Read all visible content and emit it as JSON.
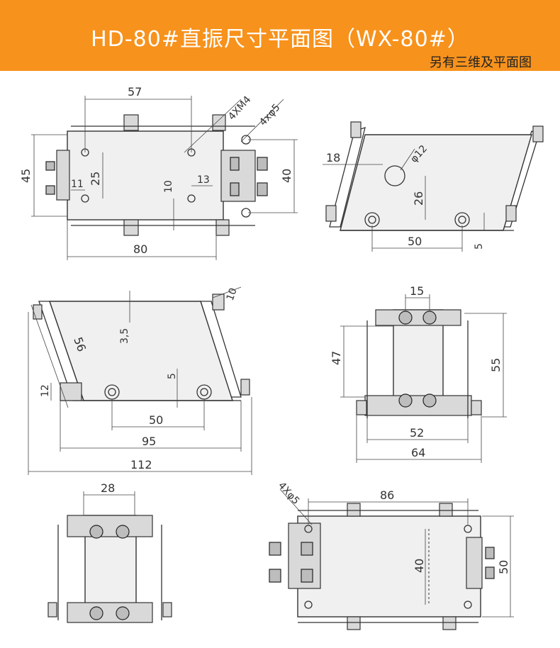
{
  "header": {
    "title": "HD-80#直振尺寸平面图（WX-80#）",
    "subtitle": "另有三维及平面图"
  },
  "colors": {
    "banner": "#f7921c",
    "text": "#333333",
    "plate": "#f0f0f0"
  },
  "views": {
    "top_left": {
      "w": "57",
      "hole": "4XM4",
      "hole2": "4xφ5",
      "h": "45",
      "d25": "25",
      "d11": "11",
      "d10": "10",
      "d13": "13",
      "d40": "40",
      "bottom": "80"
    },
    "top_right": {
      "d18": "18",
      "d12": "φ12",
      "d26": "26",
      "d50": "50",
      "d5": "5"
    },
    "mid_left": {
      "d10": "10",
      "d35": "3,5",
      "d56": "56",
      "d5": "5",
      "d12": "12",
      "d50": "50",
      "d95": "95",
      "d112": "112"
    },
    "mid_right": {
      "d15": "15",
      "d47": "47",
      "d55": "55",
      "d52": "52",
      "d64": "64"
    },
    "bot_left": {
      "d28": "28"
    },
    "bot_right": {
      "hole": "4Xφ5",
      "d86": "86",
      "d40": "40",
      "d50": "50"
    }
  }
}
